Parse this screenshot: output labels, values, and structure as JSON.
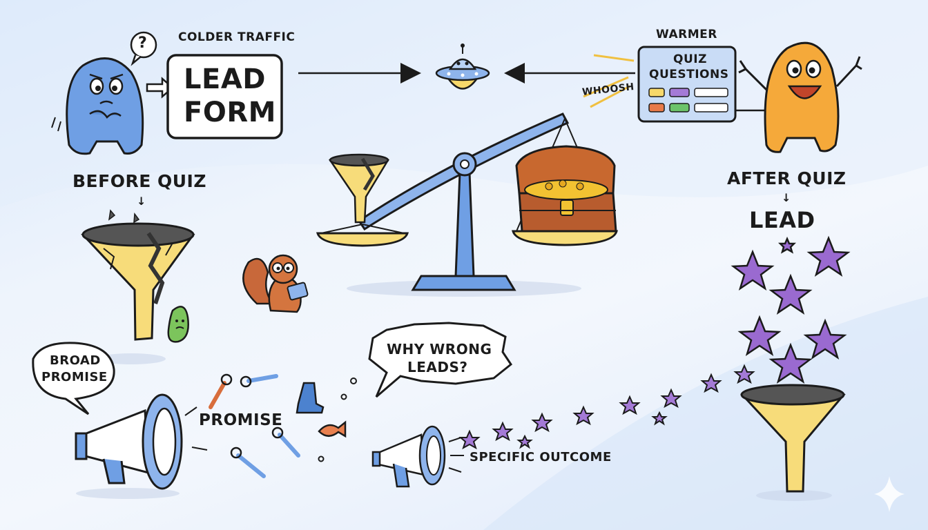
{
  "labels": {
    "colder_traffic": "COLDER TRAFFIC",
    "lead_form_line1": "LEAD",
    "lead_form_line2": "FORM",
    "warmer": "WARMER",
    "quiz_line1": "QUIZ",
    "quiz_line2": "QUESTIONS",
    "whoosh": "WHOOSH",
    "before_quiz": "BEFORE QUIZ",
    "after_quiz": "AFTER QUIZ",
    "lead": "LEAD",
    "broad_line1": "BROAD",
    "broad_line2": "PROMISE",
    "why_line1": "WHY WRONG",
    "why_line2": "LEADS?",
    "promise": "PROMISE",
    "specific_outcome": "SPECIFIC OUTCOME",
    "question_mark": "?"
  },
  "icons": [
    "confused-blue-monster",
    "thinking-bubble-icon",
    "arrow-right-icon",
    "ufo-icon",
    "quiz-panel",
    "excited-orange-monster",
    "cracked-funnel",
    "green-bean-character",
    "balance-scale",
    "treasure-chest-icon",
    "squirrel-with-tablet",
    "purple-star-characters",
    "yellow-funnel",
    "megaphone-icon",
    "wrench-icon",
    "boot-icon",
    "fish-icon",
    "sparkle-icon"
  ],
  "colors": {
    "blue_accent": "#5b8fd9",
    "orange_monster": "#f5a93a",
    "funnel_yellow": "#f7dc7a",
    "star_purple": "#9a6ad0",
    "quiz_panel_blue": "#c9dcf6"
  }
}
